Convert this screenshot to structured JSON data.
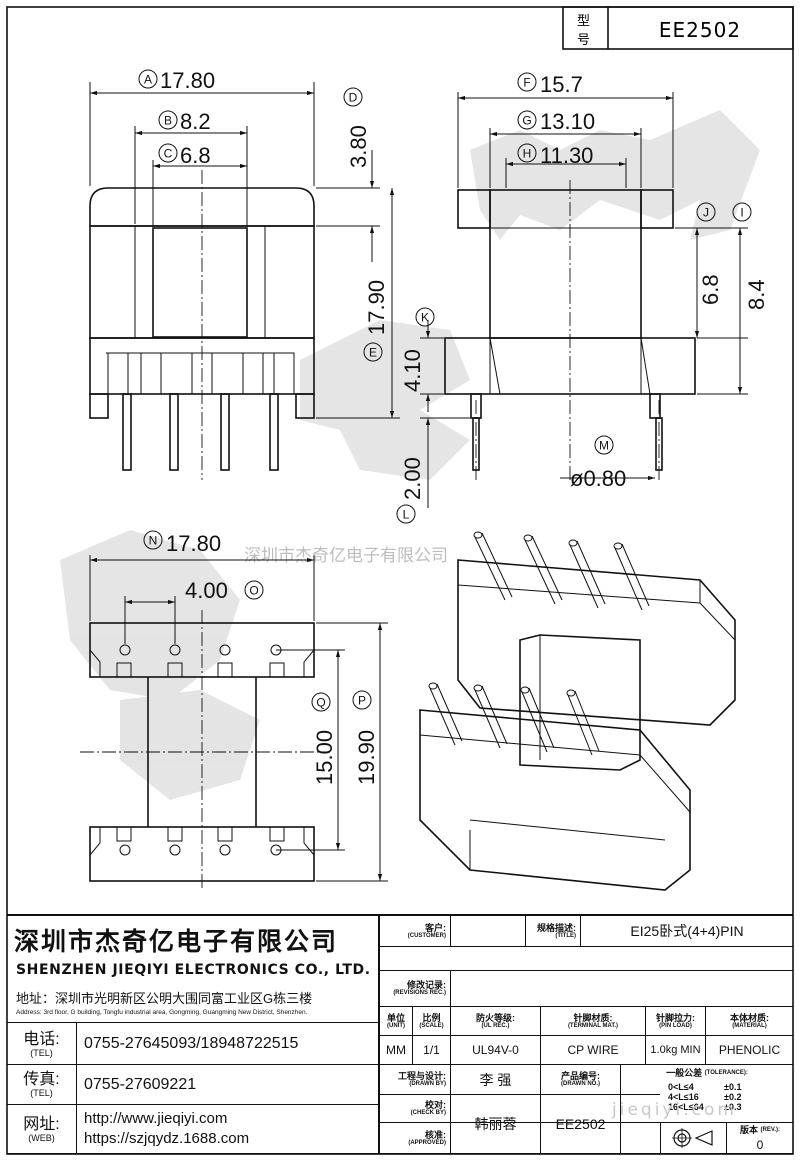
{
  "header": {
    "model_label": "型号",
    "model": "EE2502"
  },
  "watermark": {
    "text": "深圳市杰奇亿电子有限公司"
  },
  "dims": {
    "A": {
      "tag": "A",
      "val": "17.80"
    },
    "B": {
      "tag": "B",
      "val": "8.2"
    },
    "C": {
      "tag": "C",
      "val": "6.8"
    },
    "D": {
      "tag": "D",
      "val": "3.80"
    },
    "E": {
      "tag": "E",
      "val": "17.90"
    },
    "F": {
      "tag": "F",
      "val": "15.7"
    },
    "G": {
      "tag": "G",
      "val": "13.10"
    },
    "H": {
      "tag": "H",
      "val": "11.30"
    },
    "I": {
      "tag": "I",
      "val": "8.4"
    },
    "J": {
      "tag": "J",
      "val": "6.8"
    },
    "K": {
      "tag": "K",
      "val": "4.10"
    },
    "L": {
      "tag": "L",
      "val": "2.00"
    },
    "M": {
      "tag": "M",
      "val": "ø0.80"
    },
    "N": {
      "tag": "N",
      "val": "17.80"
    },
    "O": {
      "tag": "O",
      "val": "4.00"
    },
    "P": {
      "tag": "P",
      "val": "19.90"
    },
    "Q": {
      "tag": "Q",
      "val": "15.00"
    }
  },
  "company": {
    "name_cn": "深圳市杰奇亿电子有限公司",
    "name_en": "SHENZHEN JIEQIYI ELECTRONICS CO., LTD.",
    "address_label": "地址：",
    "address_cn": "深圳市光明新区公明大围同富工业区G栋三楼",
    "address_en": "Address: 3rd floor, G building, Tongfu industrial area, Gongming, Guangming New District, Shenzhen."
  },
  "contacts": [
    {
      "label": "电话:",
      "sub": "(TEL)",
      "value": "0755-27645093/18948722515"
    },
    {
      "label": "传真:",
      "sub": "(TEL)",
      "value": "0755-27609221"
    },
    {
      "label": "网址:",
      "sub": "(WEB)",
      "value": "http://www.jieqiyi.com",
      "value2": "https://szjqydz.1688.com"
    }
  ],
  "title_block": {
    "customer": {
      "label": "客户:",
      "sub": "(CUSTOMER)",
      "value": ""
    },
    "title": {
      "label": "规格描述:",
      "sub": "(TITLE)",
      "value": "EI25卧式(4+4)PIN"
    },
    "revisions": {
      "label": "修改记录:",
      "sub": "(REVISIONS REC.)"
    },
    "columns": [
      {
        "label": "单位",
        "sub": "(UNIT)",
        "value": "MM"
      },
      {
        "label": "比例",
        "sub": "(SCALE)",
        "value": "1/1"
      },
      {
        "label": "防火等级:",
        "sub": "(UL REC.)",
        "value": "UL94V-0"
      },
      {
        "label": "针脚材质:",
        "sub": "(TERMINAL MAT.)",
        "value": "CP WIRE"
      },
      {
        "label": "针脚拉力:",
        "sub": "(PIN LOAD)",
        "value": "1.0kg MIN"
      },
      {
        "label": "本体材质:",
        "sub": "(MATERIAL)",
        "value": "PHENOLIC"
      }
    ],
    "drawn_by": {
      "label": "工程与设计:",
      "sub": "(DRAWN BY)",
      "value": "李  强"
    },
    "check_by": {
      "label": "校对:",
      "sub": "(CHECK BY)"
    },
    "approved": {
      "label": "核准:",
      "sub": "(APPROVED)",
      "value": "韩丽蓉"
    },
    "drawn_no": {
      "label": "产品编号:",
      "sub": "(DRAWN NO.)",
      "value": "EE2502"
    },
    "tolerance": {
      "label": "一般公差",
      "sub": "(TOLERANCE):",
      "rows": [
        {
          "range": "0<L≤4",
          "tol": "±0.1"
        },
        {
          "range": "4<L≤16",
          "tol": "±0.2"
        },
        {
          "range": "16<L≤64",
          "tol": "±0.3"
        }
      ]
    },
    "rev": {
      "label": "版本",
      "sub": "(REV.):",
      "value": "0"
    }
  },
  "site_watermark": "jieqiyi.com"
}
